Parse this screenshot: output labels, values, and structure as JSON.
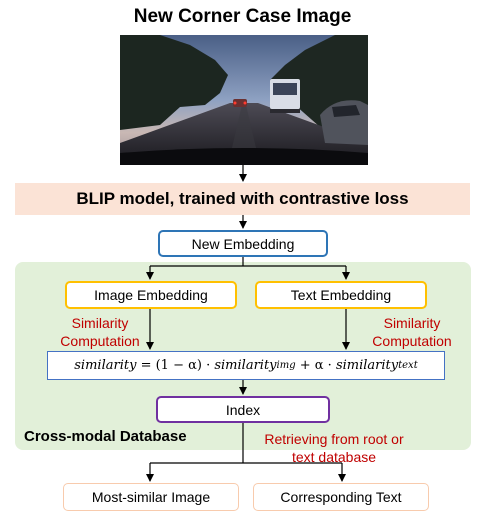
{
  "title": "New Corner Case Image",
  "banner": "BLIP model, trained with contrastive loss",
  "new_embedding": "New Embedding",
  "image_embedding": "Image Embedding",
  "text_embedding": "Text Embedding",
  "similarity_left": "Similarity Computation",
  "similarity_right": "Similarity Computation",
  "formula": {
    "lhs": "similarity",
    "eq": " = (1 − α) · ",
    "term1": "similarity",
    "sub1": "img",
    "plus": " + α · ",
    "term2": "similarity",
    "sub2": "text"
  },
  "index": "Index",
  "database_label": "Cross-modal Database",
  "retrieving_note": "Retrieving from root or text database",
  "output_image": "Most-similar Image",
  "output_text": "Corresponding Text",
  "colors": {
    "banner_bg": "#fbe3d6",
    "database_bg": "#e2f0d9",
    "new_embedding_border": "#2e75b6",
    "embedding_border": "#ffc000",
    "formula_border": "#4472c4",
    "index_border": "#7030a0",
    "output_border": "#f8cbad",
    "annotation_text": "#c00000"
  }
}
